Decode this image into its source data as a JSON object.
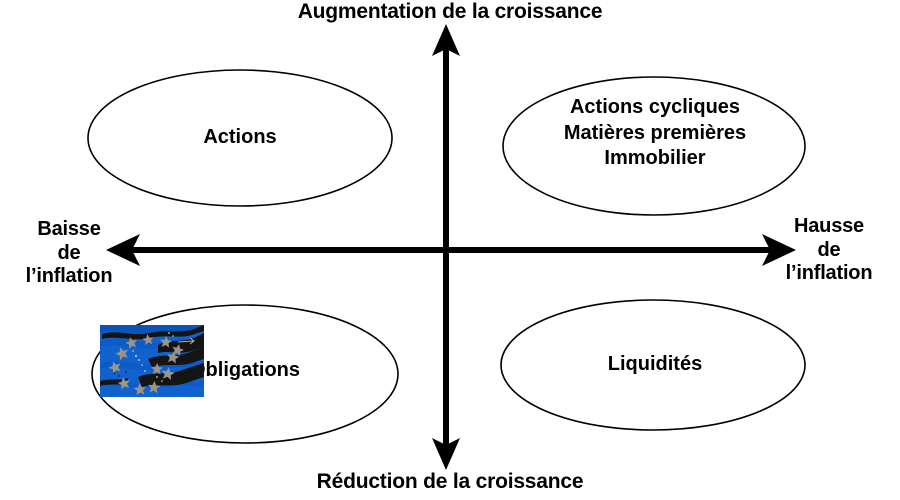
{
  "diagram": {
    "title_visible": false,
    "background_color": "#ffffff",
    "stroke_color": "#000000",
    "axes": {
      "vertical": {
        "top_label": "Augmentation de la croissance",
        "bottom_label": "Réduction de la croissance"
      },
      "horizontal": {
        "left_label": "Baisse\nde\nl’inflation",
        "right_label": "Hausse\nde\nl’inflation"
      }
    },
    "quadrants": [
      {
        "position": "top-left",
        "shape": "ellipse",
        "text": "Actions"
      },
      {
        "position": "top-right",
        "shape": "ellipse",
        "text": "Actions cycliques\nMatières premières\nImmobilier"
      },
      {
        "position": "bottom-left",
        "shape": "ellipse",
        "text": "Obligations"
      },
      {
        "position": "bottom-right",
        "shape": "ellipse",
        "text": "Liquidités"
      }
    ],
    "image_overlay": {
      "name": "eu-flag-image",
      "description": "European Union flag graphic",
      "colors": {
        "field": "#1062cf",
        "field_dark": "#0a54b8",
        "stars": "#9c9484",
        "streaks": "#141414"
      }
    }
  }
}
